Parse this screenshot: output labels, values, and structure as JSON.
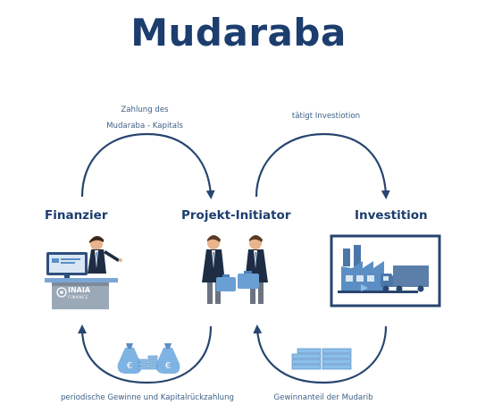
{
  "title": "Mudaraba",
  "roles": {
    "financier": "Finanzier",
    "initiator": "Projekt-Initiator",
    "investment": "Investition"
  },
  "flows": {
    "capital_payment_line1": "Zahlung des",
    "capital_payment_line2": "Mudaraba - Kapitals",
    "makes_investment": "tätigt Investiotion",
    "periodic_returns": "periodische Gewinne und Kapitalrückzahlung",
    "mudarib_share": "Gewinnanteil der Mudarib"
  },
  "logo": {
    "brand": "INAIA",
    "sub": "FINANCE"
  },
  "icons": {
    "arrows": "curved-arrow-icon",
    "money_bag": "money-bag-icon",
    "factory": "factory-icon",
    "truck": "truck-icon"
  },
  "colors": {
    "navy": "#1c3d6e",
    "arrow": "#27456f",
    "light_blue": "#5b8fc4",
    "money_blue": "#8cc0ea"
  }
}
